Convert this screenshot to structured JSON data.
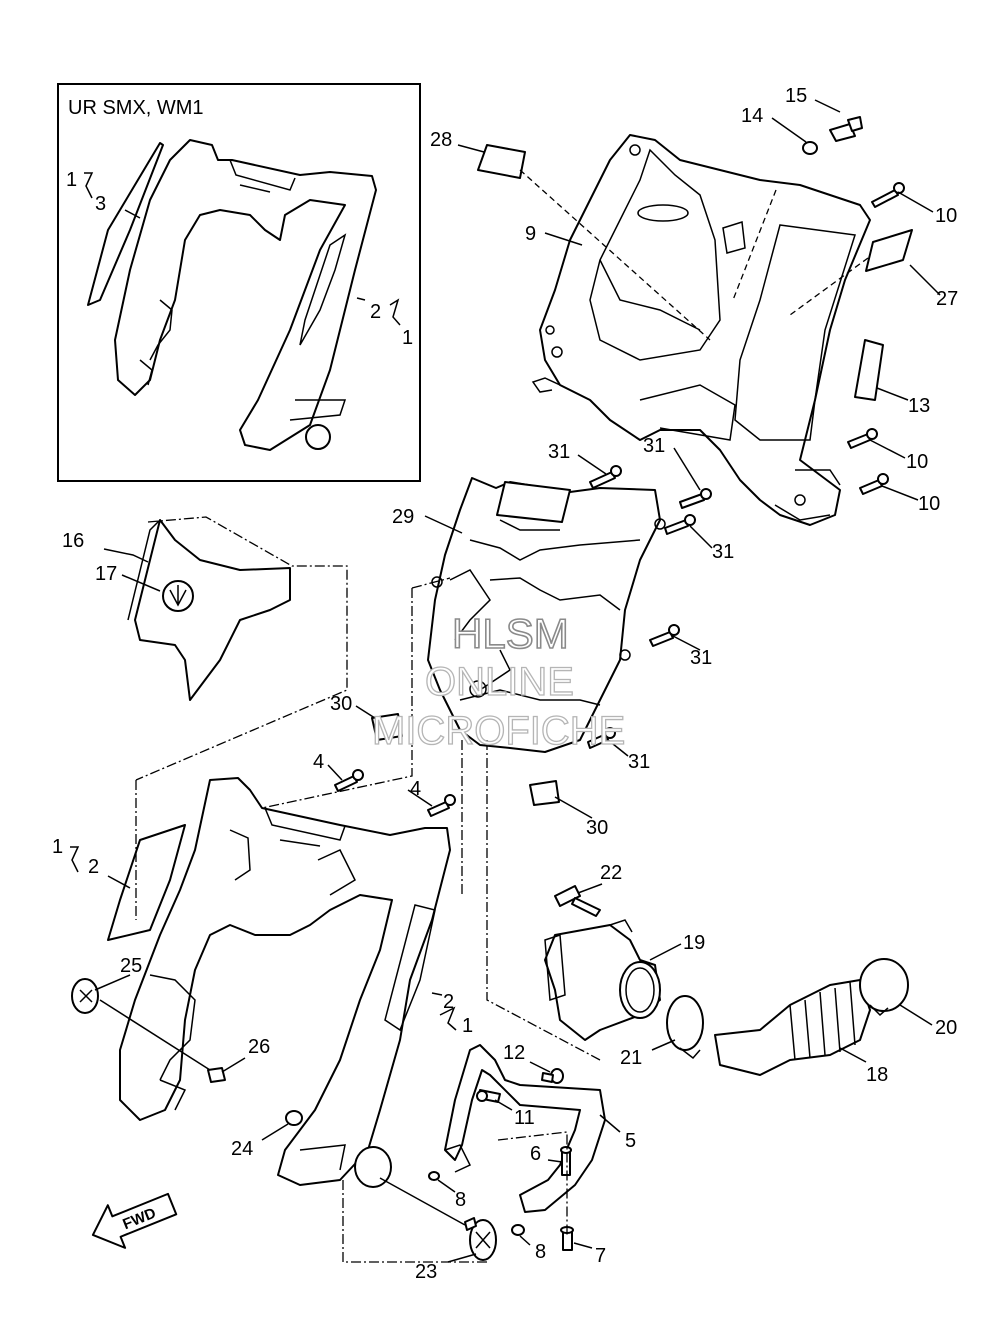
{
  "inset": {
    "title": "UR SMX, WM1"
  },
  "watermark": {
    "line1": "HLSM",
    "line2": "ONLINE",
    "line3": "MICROFICHE"
  },
  "direction_label": "FWD",
  "callouts": [
    {
      "id": "c15",
      "text": "15"
    },
    {
      "id": "c14",
      "text": "14"
    },
    {
      "id": "c28",
      "text": "28"
    },
    {
      "id": "c9",
      "text": "9"
    },
    {
      "id": "c10a",
      "text": "10"
    },
    {
      "id": "c27",
      "text": "27"
    },
    {
      "id": "c13",
      "text": "13"
    },
    {
      "id": "c10b",
      "text": "10"
    },
    {
      "id": "c10c",
      "text": "10"
    },
    {
      "id": "c31a",
      "text": "31"
    },
    {
      "id": "c31b",
      "text": "31"
    },
    {
      "id": "c31c",
      "text": "31"
    },
    {
      "id": "c29",
      "text": "29"
    },
    {
      "id": "c31d",
      "text": "31"
    },
    {
      "id": "c31e",
      "text": "31"
    },
    {
      "id": "c16",
      "text": "16"
    },
    {
      "id": "c17",
      "text": "17"
    },
    {
      "id": "c30a",
      "text": "30"
    },
    {
      "id": "c30b",
      "text": "30"
    },
    {
      "id": "c4a",
      "text": "4"
    },
    {
      "id": "c4b",
      "text": "4"
    },
    {
      "id": "c1b",
      "text": "1"
    },
    {
      "id": "c2b",
      "text": "2"
    },
    {
      "id": "c22",
      "text": "22"
    },
    {
      "id": "c19",
      "text": "19"
    },
    {
      "id": "c25",
      "text": "25"
    },
    {
      "id": "c2c",
      "text": "2"
    },
    {
      "id": "c1c",
      "text": "1"
    },
    {
      "id": "c20",
      "text": "20"
    },
    {
      "id": "c26",
      "text": "26"
    },
    {
      "id": "c12",
      "text": "12"
    },
    {
      "id": "c21",
      "text": "21"
    },
    {
      "id": "c18",
      "text": "18"
    },
    {
      "id": "c11",
      "text": "11"
    },
    {
      "id": "c5",
      "text": "5"
    },
    {
      "id": "c24",
      "text": "24"
    },
    {
      "id": "c6",
      "text": "6"
    },
    {
      "id": "c8a",
      "text": "8"
    },
    {
      "id": "c8b",
      "text": "8"
    },
    {
      "id": "c7",
      "text": "7"
    },
    {
      "id": "c23",
      "text": "23"
    },
    {
      "id": "i1a",
      "text": "1"
    },
    {
      "id": "i3",
      "text": "3"
    },
    {
      "id": "i2a",
      "text": "2"
    },
    {
      "id": "i1d",
      "text": "1"
    }
  ]
}
